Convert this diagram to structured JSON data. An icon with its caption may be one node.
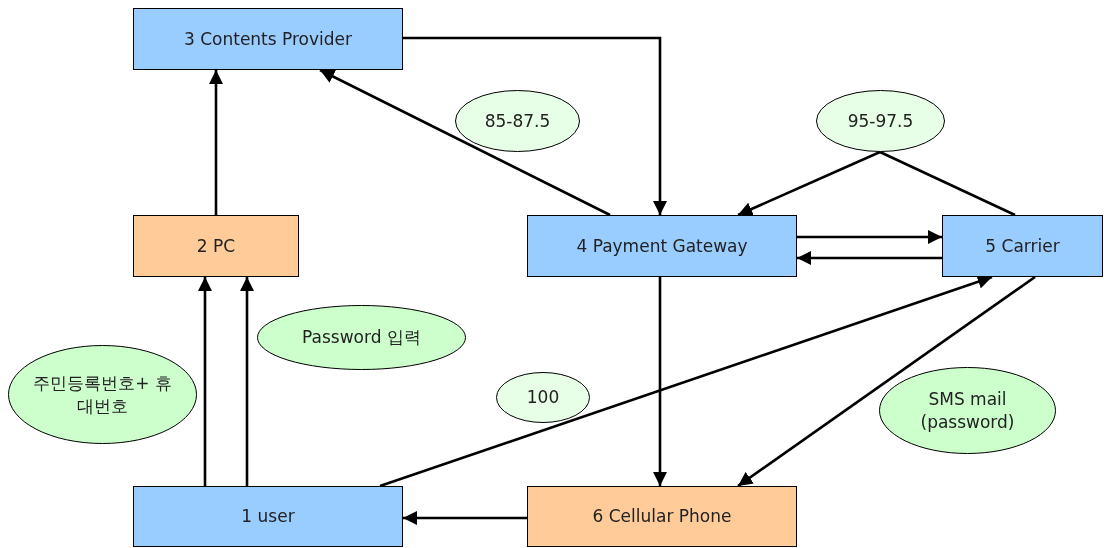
{
  "diagram": {
    "nodes": [
      {
        "text": [
          "3 Contents Provider"
        ]
      },
      {
        "text": [
          "85-87.5"
        ]
      },
      {
        "text": [
          "95-97.5"
        ]
      },
      {
        "text": [
          "2 PC"
        ]
      },
      {
        "text": [
          "4 Payment Gateway"
        ]
      },
      {
        "text": [
          "5 Carrier"
        ]
      },
      {
        "text": [
          "Password 입력"
        ]
      },
      {
        "text": [
          "주민등록번호+ 휴대번호"
        ]
      },
      {
        "text": [
          "100"
        ]
      },
      {
        "text": [
          "SMS mail (password)"
        ]
      },
      {
        "text": [
          "1 user"
        ]
      },
      {
        "text": [
          "6 Cellular Phone"
        ]
      }
    ],
    "edges": [
      {
        "from": 3,
        "to": 0,
        "arrow": "to"
      },
      {
        "from": 4,
        "to": 0,
        "arrow": "to"
      },
      {
        "from": 0,
        "to": 4,
        "arrow": "to"
      },
      {
        "from": 2,
        "to": 4,
        "arrow": "to"
      },
      {
        "from": 5,
        "to": 2,
        "arrow": "none"
      },
      {
        "from": 4,
        "to": 5,
        "arrow": "to"
      },
      {
        "from": 5,
        "to": 4,
        "arrow": "to"
      },
      {
        "from": 4,
        "to": 11,
        "arrow": "to"
      },
      {
        "from": 5,
        "to": 11,
        "arrow": "to"
      },
      {
        "from": 10,
        "to": 5,
        "arrow": "to"
      },
      {
        "from": 11,
        "to": 10,
        "arrow": "to"
      },
      {
        "from": 10,
        "to": 3,
        "arrow": "to"
      },
      {
        "from": 10,
        "to": 3,
        "arrow": "to"
      }
    ]
  }
}
